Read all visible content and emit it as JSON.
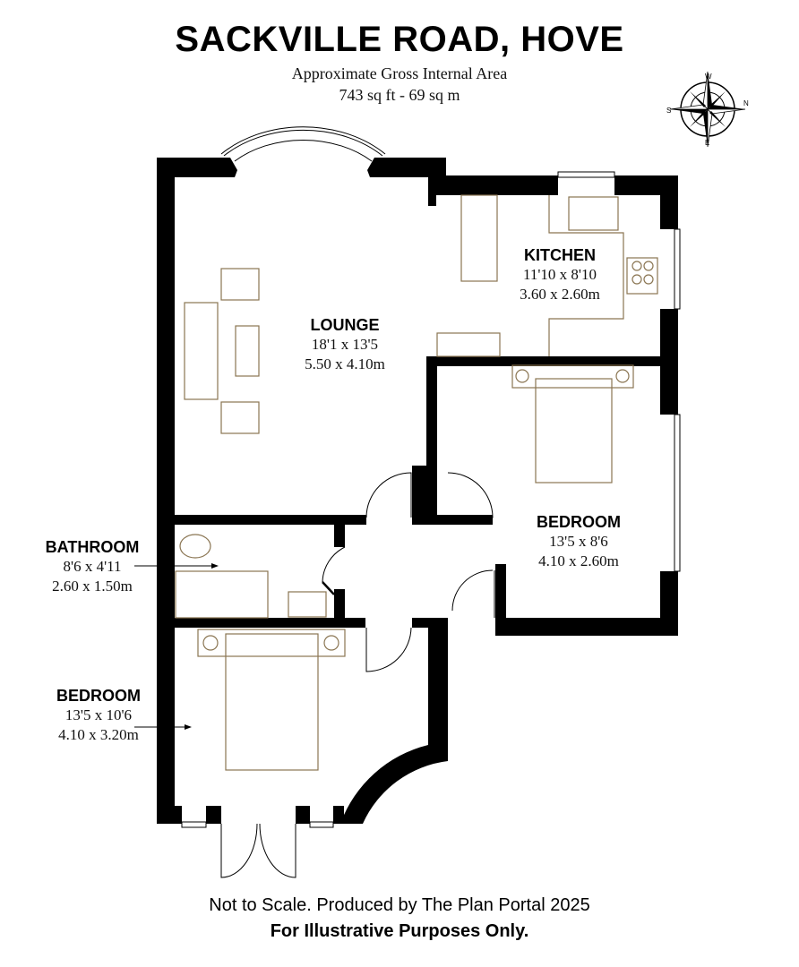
{
  "header": {
    "title": "SACKVILLE ROAD, HOVE",
    "subtitle": "Approximate Gross Internal Area",
    "area": "743 sq ft - 69 sq m"
  },
  "compass": {
    "icon": "compass-rose-icon",
    "labels": {
      "n": "N",
      "s": "S",
      "e": "E",
      "w": "W"
    }
  },
  "rooms": {
    "lounge": {
      "name": "LOUNGE",
      "imperial": "18'1 x 13'5",
      "metric": "5.50 x 4.10m"
    },
    "kitchen": {
      "name": "KITCHEN",
      "imperial": "11'10 x 8'10",
      "metric": "3.60 x 2.60m"
    },
    "bedroom1": {
      "name": "BEDROOM",
      "imperial": "13'5 x 8'6",
      "metric": "4.10 x 2.60m"
    },
    "bathroom": {
      "name": "BATHROOM",
      "imperial": "8'6 x 4'11",
      "metric": "2.60 x 1.50m"
    },
    "bedroom2": {
      "name": "BEDROOM",
      "imperial": "13'5 x 10'6",
      "metric": "4.10 x 3.20m"
    }
  },
  "colors": {
    "wall": "#000000",
    "fixture": "#8a7552",
    "background": "#ffffff"
  },
  "footer": {
    "line1": "Not to Scale. Produced by The Plan Portal 2025",
    "line2": "For Illustrative Purposes Only."
  }
}
